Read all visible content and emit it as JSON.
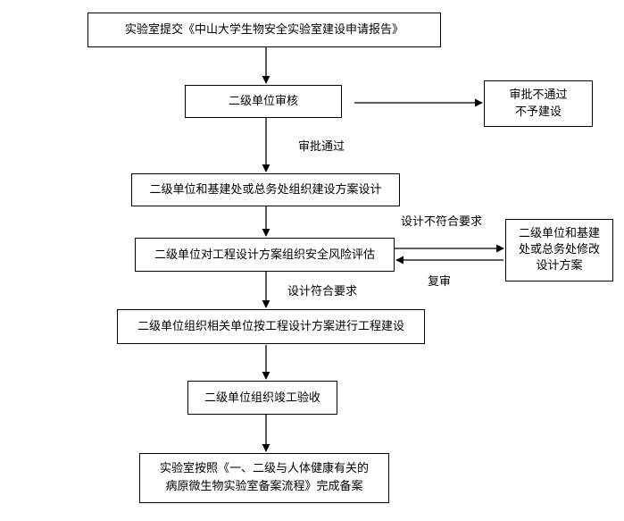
{
  "nodes": {
    "submit": "实验室提交《中山大学生物安全实验室建设申请报告》",
    "review": "二级单位审核",
    "reject": "审批不通过\n不予建设",
    "design": "二级单位和基建处或总务处组织建设方案设计",
    "risk": "二级单位对工程设计方案组织安全风险评估",
    "modify": "二级单位和基建\n处或总务处修改\n设计方案",
    "build": "二级单位组织相关单位按工程设计方案进行工程建设",
    "accept": "二级单位组织竣工验收",
    "record": "实验室按照《一、二级与人体健康有关的\n病原微生物实验室备案流程》完成备案"
  },
  "edge_labels": {
    "approved": "审批通过",
    "not_compliant": "设计不符合要求",
    "recheck": "复审",
    "compliant": "设计符合要求"
  },
  "colors": {
    "stroke": "#000000",
    "background": "#ffffff"
  }
}
